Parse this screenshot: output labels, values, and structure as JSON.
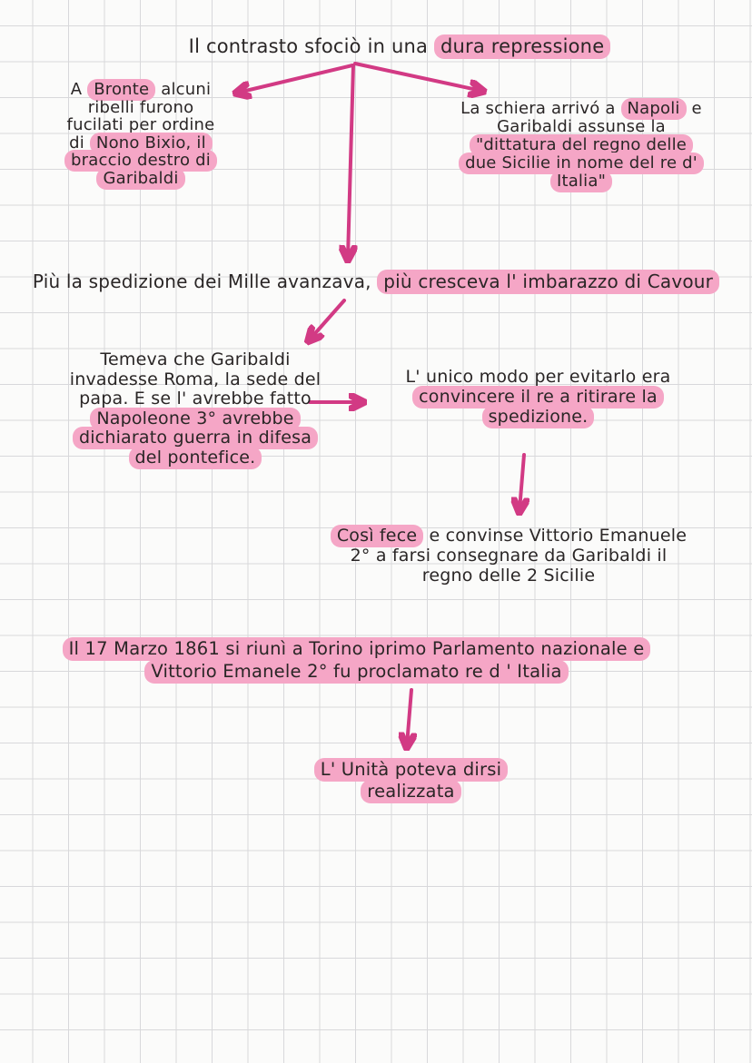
{
  "colors": {
    "paper": "#fbfbfa",
    "grid": "#d8d8db",
    "ink": "#2a2626",
    "highlight": "#f5a6c6",
    "arrow": "#d23a84"
  },
  "nodes": {
    "title": {
      "lines": [
        {
          "segments": [
            {
              "text": "Il contrasto sfociò in una ",
              "hl": false
            },
            {
              "text": "dura repressione",
              "hl": true
            }
          ]
        }
      ]
    },
    "bronte": {
      "lines": [
        {
          "segments": [
            {
              "text": "A ",
              "hl": false
            },
            {
              "text": "Bronte",
              "hl": true
            },
            {
              "text": " alcuni",
              "hl": false
            }
          ]
        },
        {
          "segments": [
            {
              "text": "ribelli furono",
              "hl": false
            }
          ]
        },
        {
          "segments": [
            {
              "text": "fucilati per ordine",
              "hl": false
            }
          ]
        },
        {
          "segments": [
            {
              "text": "di ",
              "hl": false
            },
            {
              "text": "Nono Bixio, il",
              "hl": true
            }
          ]
        },
        {
          "segments": [
            {
              "text": "braccio destro di",
              "hl": true
            }
          ]
        },
        {
          "segments": [
            {
              "text": "Garibaldi",
              "hl": true
            }
          ]
        }
      ]
    },
    "napoli": {
      "lines": [
        {
          "segments": [
            {
              "text": "La schiera arrivó a ",
              "hl": false
            },
            {
              "text": "Napoli",
              "hl": true
            },
            {
              "text": " e",
              "hl": false
            }
          ]
        },
        {
          "segments": [
            {
              "text": "Garibaldi assunse la",
              "hl": false
            }
          ]
        },
        {
          "segments": [
            {
              "text": "\"dittatura del regno delle",
              "hl": true
            }
          ]
        },
        {
          "segments": [
            {
              "text": "due Sicilie in nome del re d'",
              "hl": true
            }
          ]
        },
        {
          "segments": [
            {
              "text": "Italia\"",
              "hl": true
            }
          ]
        }
      ]
    },
    "cavour": {
      "lines": [
        {
          "segments": [
            {
              "text": "Più la spedizione dei Mille avanzava, ",
              "hl": false
            },
            {
              "text": "più cresceva l' imbarazzo di Cavour",
              "hl": true
            }
          ]
        }
      ]
    },
    "temeva": {
      "lines": [
        {
          "segments": [
            {
              "text": "Temeva che Garibaldi",
              "hl": false
            }
          ]
        },
        {
          "segments": [
            {
              "text": "invadesse Roma, la sede del",
              "hl": false
            }
          ]
        },
        {
          "segments": [
            {
              "text": "papa. E se l' avrebbe fatto",
              "hl": false
            }
          ]
        },
        {
          "segments": [
            {
              "text": "Napoleone 3° avrebbe",
              "hl": true
            }
          ]
        },
        {
          "segments": [
            {
              "text": "dichiarato guerra in difesa",
              "hl": true
            }
          ]
        },
        {
          "segments": [
            {
              "text": "del pontefice.",
              "hl": true
            }
          ]
        }
      ]
    },
    "evitarlo": {
      "lines": [
        {
          "segments": [
            {
              "text": "L' unico modo per evitarlo era",
              "hl": false
            }
          ]
        },
        {
          "segments": [
            {
              "text": "convincere il re a ritirare la",
              "hl": true
            }
          ]
        },
        {
          "segments": [
            {
              "text": "spedizione.",
              "hl": true
            }
          ]
        }
      ]
    },
    "cosi": {
      "lines": [
        {
          "segments": [
            {
              "text": "Così fece",
              "hl": true
            },
            {
              "text": " e convinse Vittorio Emanuele",
              "hl": false
            }
          ]
        },
        {
          "segments": [
            {
              "text": "2° a farsi consegnare da Garibaldi il",
              "hl": false
            }
          ]
        },
        {
          "segments": [
            {
              "text": "regno delle 2 Sicilie",
              "hl": false
            }
          ]
        }
      ]
    },
    "marzo": {
      "lines": [
        {
          "segments": [
            {
              "text": "Il 17 Marzo 1861 si riunì a Torino iprimo Parlamento nazionale e",
              "hl": true
            }
          ]
        },
        {
          "segments": [
            {
              "text": "Vittorio Emanele 2° fu proclamato re d ' Italia",
              "hl": true
            }
          ]
        }
      ]
    },
    "unita": {
      "lines": [
        {
          "segments": [
            {
              "text": "L' Unità poteva dirsi",
              "hl": true
            }
          ]
        },
        {
          "segments": [
            {
              "text": "realizzata",
              "hl": true
            }
          ]
        }
      ]
    }
  },
  "arrows": [
    {
      "name": "title-to-bronte",
      "from": "title",
      "to": "bronte"
    },
    {
      "name": "title-to-napoli",
      "from": "title",
      "to": "napoli"
    },
    {
      "name": "title-to-cavour",
      "from": "title",
      "to": "cavour"
    },
    {
      "name": "cavour-to-temeva",
      "from": "cavour",
      "to": "temeva"
    },
    {
      "name": "temeva-to-evitarlo",
      "from": "temeva",
      "to": "evitarlo"
    },
    {
      "name": "evitarlo-to-cosi",
      "from": "evitarlo",
      "to": "cosi"
    },
    {
      "name": "marzo-to-unita",
      "from": "marzo",
      "to": "unita"
    }
  ]
}
